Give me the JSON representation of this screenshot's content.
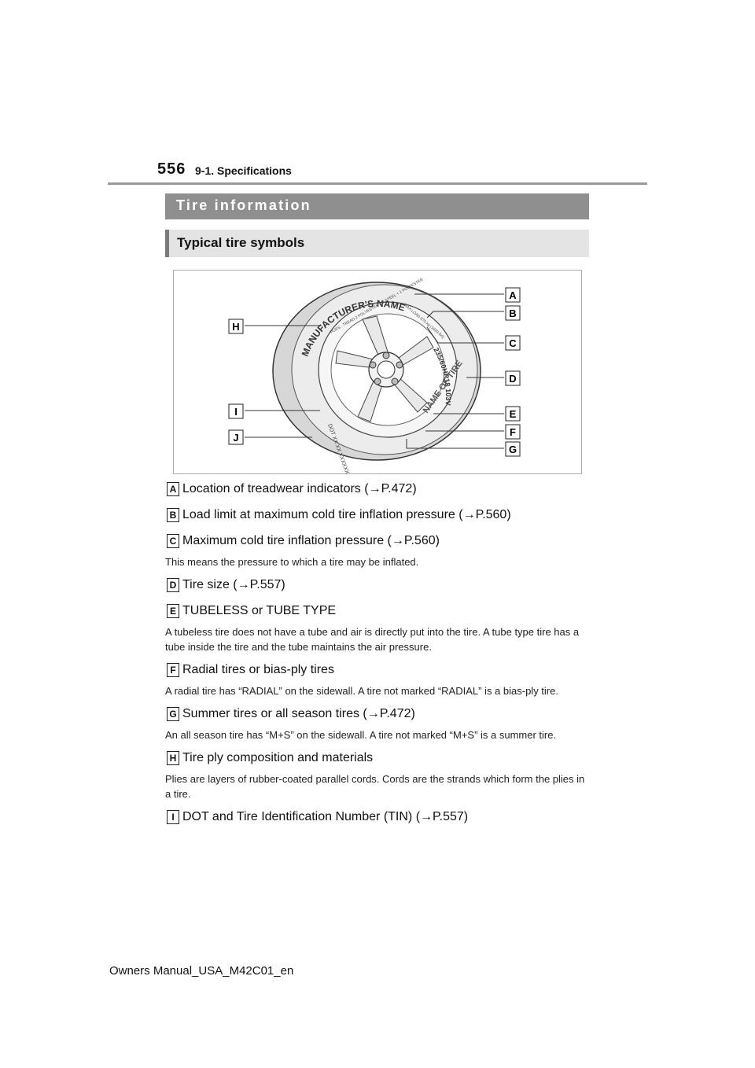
{
  "header": {
    "page_number": "556",
    "section": "9-1. Specifications"
  },
  "title_bar": "Tire information",
  "subtitle_bar": "Typical tire symbols",
  "figure": {
    "callouts": [
      "A",
      "B",
      "C",
      "D",
      "E",
      "F",
      "G",
      "H",
      "I",
      "J"
    ],
    "tire_texts": {
      "manufacturer": "MANUFACTURER'S NAME",
      "name_of_tire": "NAME OF TIRE",
      "size": "235/60HR18 103V",
      "dot": "DOT XX XX XXXXXX",
      "ply": "PLIES : TREAD 2 POLYESTER + 2 STEEL + 1 POLYESTER",
      "load": "MAX LOAD 875 kg (1929 lbs)"
    }
  },
  "items": [
    {
      "letter": "A",
      "label": "Location of treadwear indicators (→P.472)",
      "desc": ""
    },
    {
      "letter": "B",
      "label": "Load limit at maximum cold tire inflation pressure (→P.560)",
      "desc": ""
    },
    {
      "letter": "C",
      "label": "Maximum cold tire inflation pressure (→P.560)",
      "desc": "This means the pressure to which a tire may be inflated."
    },
    {
      "letter": "D",
      "label": "Tire size (→P.557)",
      "desc": ""
    },
    {
      "letter": "E",
      "label": "TUBELESS or TUBE TYPE",
      "desc": "A tubeless tire does not have a tube and air is directly put into the tire. A tube type tire has a tube inside the tire and the tube maintains the air pressure."
    },
    {
      "letter": "F",
      "label": "Radial tires or bias-ply tires",
      "desc": "A radial tire has “RADIAL” on the sidewall. A tire not marked “RADIAL” is a bias-ply tire."
    },
    {
      "letter": "G",
      "label": "Summer tires or all season tires (→P.472)",
      "desc": "An all season tire has “M+S” on the sidewall. A tire not marked “M+S” is a summer tire."
    },
    {
      "letter": "H",
      "label": "Tire ply composition and materials",
      "desc": "Plies are layers of rubber-coated parallel cords. Cords are the strands which form the plies in a tire."
    },
    {
      "letter": "I",
      "label": "DOT and Tire Identification Number (TIN) (→P.557)",
      "desc": ""
    }
  ],
  "footer": "Owners Manual_USA_M42C01_en"
}
